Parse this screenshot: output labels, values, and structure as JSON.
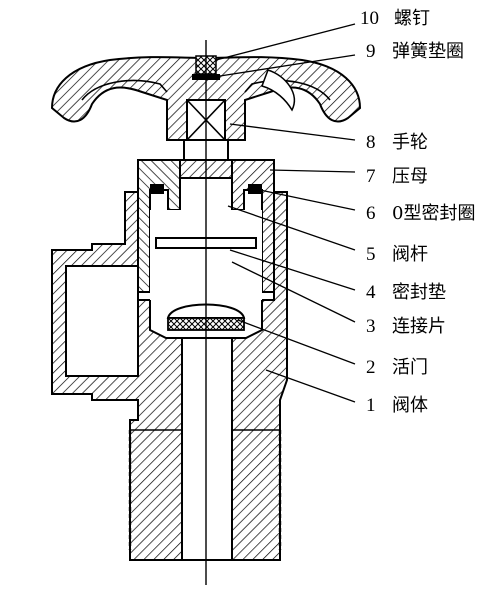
{
  "callouts": [
    {
      "num": "10",
      "text": "螺钉"
    },
    {
      "num": "9",
      "text": "弹簧垫圈"
    },
    {
      "num": "8",
      "text": "手轮"
    },
    {
      "num": "7",
      "text": "压母"
    },
    {
      "num": "6",
      "text": "0型密封圈"
    },
    {
      "num": "5",
      "text": "阀杆"
    },
    {
      "num": "4",
      "text": "密封垫"
    },
    {
      "num": "3",
      "text": "连接片"
    },
    {
      "num": "2",
      "text": "活门"
    },
    {
      "num": "1",
      "text": "阀体"
    }
  ]
}
